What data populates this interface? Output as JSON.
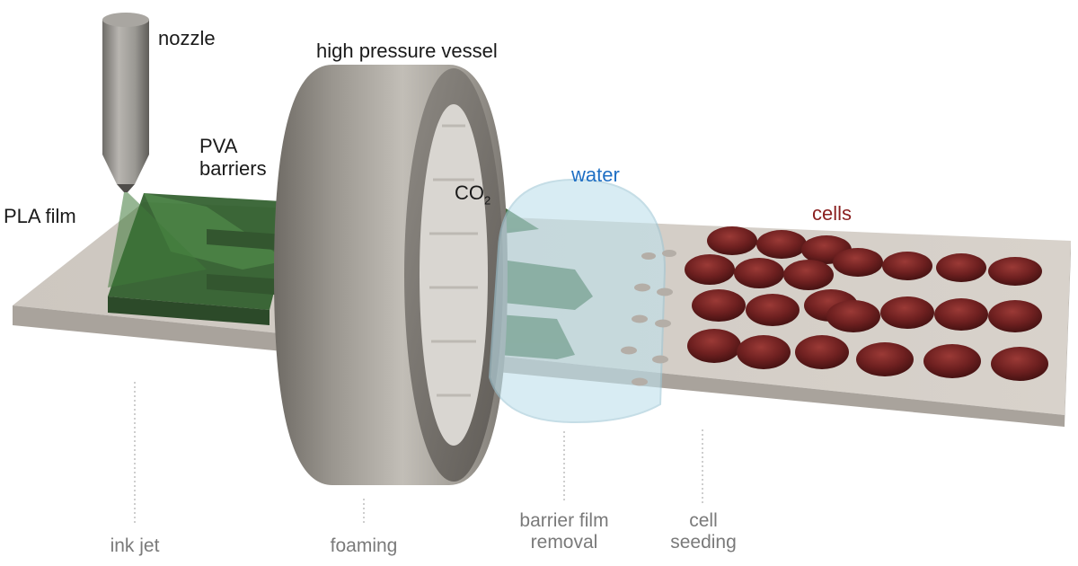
{
  "labels": {
    "nozzle": "nozzle",
    "vessel": "high pressure vessel",
    "pva_line1": "PVA",
    "pva_line2": "barriers",
    "pla": "PLA film",
    "co2_base": "CO",
    "co2_sub": "2",
    "water": "water",
    "cells": "cells"
  },
  "steps": {
    "ink_jet": "ink jet",
    "foaming": "foaming",
    "removal_line1": "barrier film",
    "removal_line2": "removal",
    "seeding_line1": "cell",
    "seeding_line2": "seeding"
  },
  "colors": {
    "film": "#d1cbc4",
    "film_edge": "#9c9690",
    "pva_green": "#2f5e2c",
    "vessel_metal": "#8f8b84",
    "water_blue": "#bfe1ec",
    "cells_red": "#6e2020",
    "water_text": "#1f6fc4",
    "cells_text": "#8a1f1f"
  }
}
